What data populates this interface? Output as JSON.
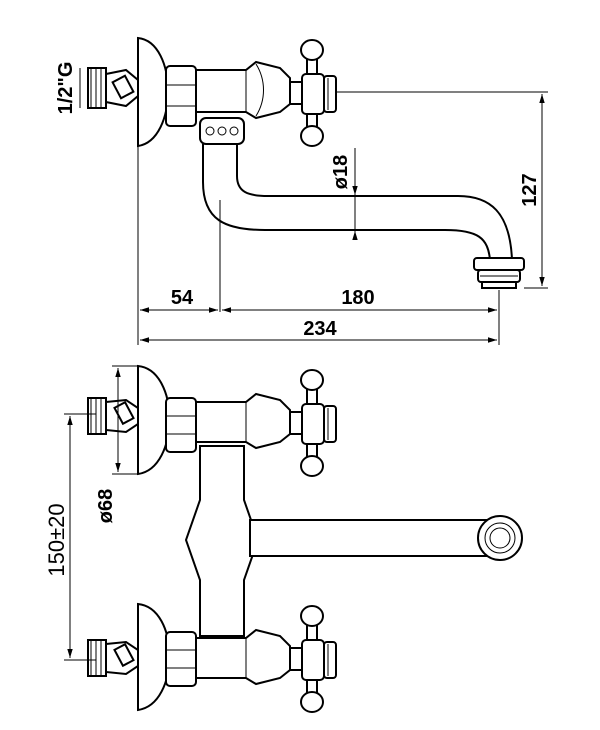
{
  "dimensions": {
    "thread": "1/2\"G",
    "pipe_diameter": "ø18",
    "height": "127",
    "offset": "54",
    "spout_length": "180",
    "total_length": "234",
    "flange_diameter": "ø68",
    "center_distance": "150±20"
  }
}
